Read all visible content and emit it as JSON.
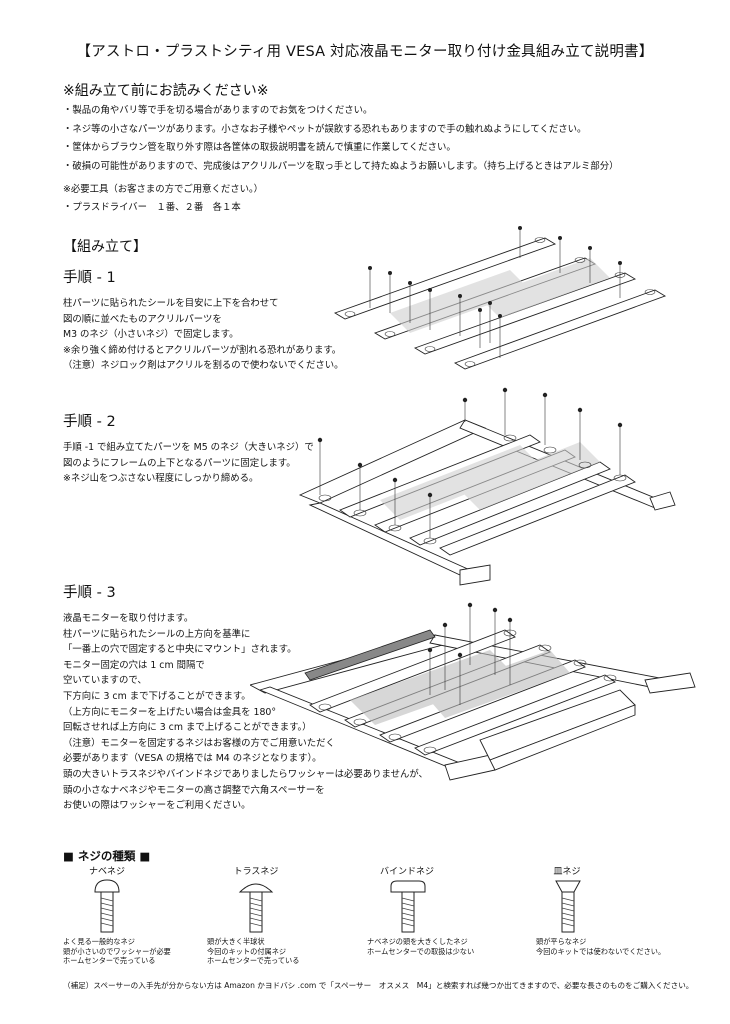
{
  "title": "【アストロ・プラストシティ用 VESA 対応液晶モニター取り付け金具組み立て説明書】",
  "pre_read": {
    "heading": "※組み立て前にお読みください※",
    "items": [
      "・製品の角やバリ等で手を切る場合がありますのでお気をつけください。",
      "・ネジ等の小さなパーツがあります。小さなお子様やペットが誤飲する恐れもありますので手の触れぬようにしてください。",
      "・筐体からブラウン管を取り外す際は各筐体の取扱説明書を読んで慎重に作業してください。",
      "・破損の可能性がありますので、完成後はアクリルパーツを取っ手として持たぬようお願いします。（持ち上げるときはアルミ部分）"
    ]
  },
  "tools": {
    "heading": "※必要工具（お客さまの方でご用意ください。）",
    "item": "・プラスドライバー　１番、２番　各１本"
  },
  "assembly_heading": "【組み立て】",
  "steps": [
    {
      "title": "手順 - 1",
      "lines": [
        "柱パーツに貼られたシールを目安に上下を合わせて",
        "図の順に並べたものアクリルパーツを",
        "M3 のネジ（小さいネジ）で固定します。",
        "※余り強く締め付けるとアクリルパーツが割れる恐れがあります。",
        "（注意）ネジロック剤はアクリルを割るので使わないでください。"
      ]
    },
    {
      "title": "手順 - 2",
      "lines": [
        "手順 -1 で組み立てたパーツを M5 のネジ（大きいネジ）で",
        "図のようにフレームの上下となるパーツに固定します。",
        "※ネジ山をつぶさない程度にしっかり締める。"
      ]
    },
    {
      "title": "手順 - 3",
      "lines": [
        "液晶モニターを取り付けます。",
        "柱パーツに貼られたシールの上方向を基準に",
        "「一番上の穴で固定すると中央にマウント」されます。",
        "モニター固定の穴は 1 cm 間隔で",
        "空いていますので、",
        "下方向に 3 cm まで下げることができます。",
        "（上方向にモニターを上げたい場合は金具を 180°",
        "回転させれば上方向に 3 cm まで上げることができます。）",
        "（注意）モニターを固定するネジはお客様の方でご用意いただく",
        "必要があります（VESA の規格では M4 のネジとなります）。",
        "頭の大きいトラスネジやバインドネジでありましたらワッシャーは必要ありませんが、",
        "頭の小さなナベネジやモニターの高さ調整で六角スペーサーを",
        "お使いの際はワッシャーをご利用ください。"
      ]
    }
  ],
  "screws": {
    "heading": "■ ネジの種類 ■",
    "types": [
      {
        "name": "ナベネジ",
        "desc": [
          "よく見る一般的なネジ",
          "頭が小さいのでワッシャーが必要",
          "ホームセンターで売っている"
        ]
      },
      {
        "name": "トラスネジ",
        "desc": [
          "頭が大きく半球状",
          "今回のキットの付属ネジ",
          "ホームセンターで売っている"
        ]
      },
      {
        "name": "バインドネジ",
        "desc": [
          "ナベネジの頭を大きくしたネジ",
          "ホームセンターでの取扱は少ない"
        ]
      },
      {
        "name": "皿ネジ",
        "desc": [
          "頭が平らなネジ",
          "今回のキットでは使わないでください。"
        ]
      }
    ]
  },
  "footnote": "（補足）スペーサーの入手先が分からない方は Amazon かヨドバシ .com で「スペーサー　オスメス　M4」と検索すれば幾つか出てきますので、必要な長さのものをご購入ください。"
}
